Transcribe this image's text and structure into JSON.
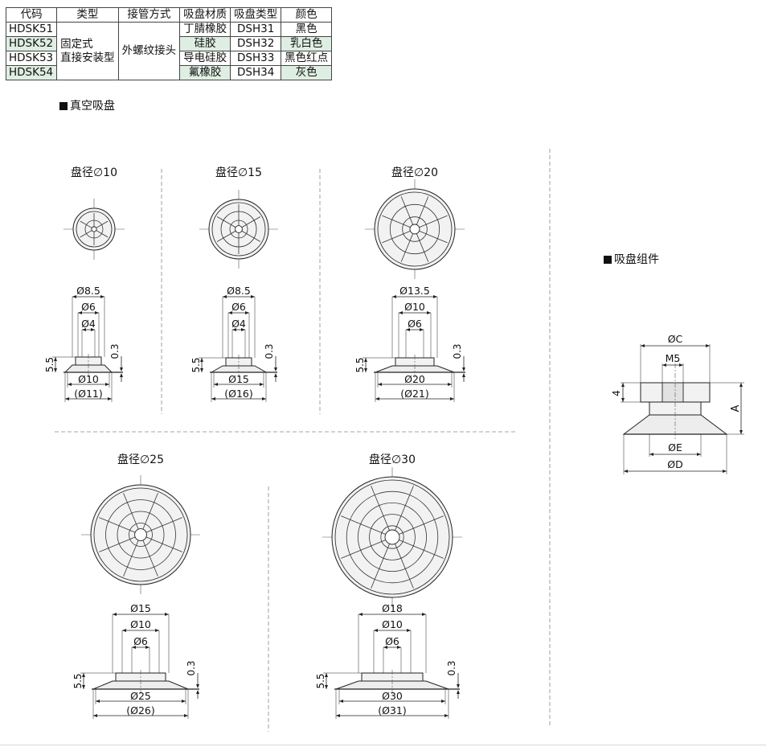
{
  "spec_table": {
    "headers": [
      "代码",
      "类型",
      "接管方式",
      "吸盘材质",
      "吸盘类型",
      "颜色"
    ],
    "type_lines": [
      "固定式",
      "直接安装型"
    ],
    "connection": "外螺纹接头",
    "rows": [
      {
        "code": "HDSK51",
        "material": "丁腈橡胶",
        "cup_type": "DSH31",
        "color": "黑色"
      },
      {
        "code": "HDSK52",
        "material": "硅胶",
        "cup_type": "DSH32",
        "color": "乳白色"
      },
      {
        "code": "HDSK53",
        "material": "导电硅胶",
        "cup_type": "DSH33",
        "color": "黑色红点"
      },
      {
        "code": "HDSK54",
        "material": "氟橡胶",
        "cup_type": "DSH34",
        "color": "灰色"
      }
    ]
  },
  "section_vacuum_cup": "真空吸盘",
  "section_assembly": "吸盘组件",
  "cups": [
    {
      "title": "盘径∅10",
      "d1": "Ø8.5",
      "d2": "Ø6",
      "d3": "Ø4",
      "h": "5.5",
      "t": "0.3",
      "base": "Ø10",
      "overall": "(Ø11)"
    },
    {
      "title": "盘径∅15",
      "d1": "Ø8.5",
      "d2": "Ø6",
      "d3": "Ø4",
      "h": "5.5",
      "t": "0.3",
      "base": "Ø15",
      "overall": "(Ø16)"
    },
    {
      "title": "盘径∅20",
      "d1": "Ø13.5",
      "d2": "Ø10",
      "d3": "Ø6",
      "h": "5.5",
      "t": "0.3",
      "base": "Ø20",
      "overall": "(Ø21)"
    },
    {
      "title": "盘径∅25",
      "d1": "Ø15",
      "d2": "Ø10",
      "d3": "Ø6",
      "h": "5.5",
      "t": "0.3",
      "base": "Ø25",
      "overall": "(Ø26)"
    },
    {
      "title": "盘径∅30",
      "d1": "Ø18",
      "d2": "Ø10",
      "d3": "Ø6",
      "h": "5.5",
      "t": "0.3",
      "base": "Ø30",
      "overall": "(Ø31)"
    }
  ],
  "assembly": {
    "c": "ØC",
    "m": "M5",
    "h": "4",
    "a": "A",
    "e": "ØE",
    "d": "ØD"
  }
}
